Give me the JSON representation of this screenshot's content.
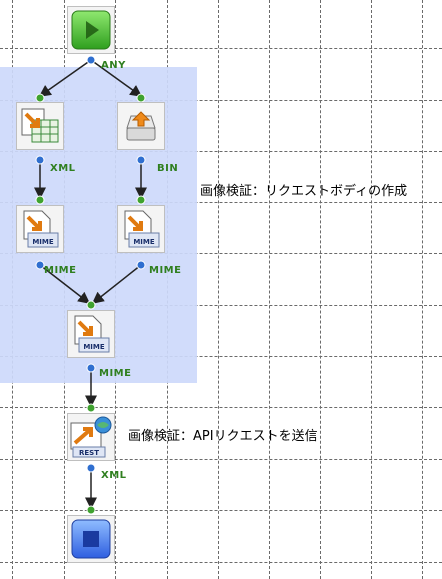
{
  "flow": {
    "port_labels": {
      "any": "ANY",
      "xml_left": "XML",
      "bin": "BIN",
      "mime_left": "MIME",
      "mime_right": "MIME",
      "mime_merge": "MIME",
      "xml_rest": "XML"
    },
    "icon_labels": {
      "mime_left": "MIME",
      "mime_right": "MIME",
      "mime_merge": "MIME",
      "rest": "REST"
    },
    "notes": {
      "group_note": "画像検証：リクエストボディの作成",
      "rest_note": "画像検証：APIリクエストを送信"
    },
    "nodes": [
      {
        "id": "start",
        "icon": "play-icon"
      },
      {
        "id": "spreadsheet",
        "icon": "spreadsheet-icon"
      },
      {
        "id": "upload",
        "icon": "upload-drive-icon"
      },
      {
        "id": "mime-left",
        "icon": "mime-document-icon"
      },
      {
        "id": "mime-right",
        "icon": "mime-document-icon"
      },
      {
        "id": "mime-merge",
        "icon": "mime-document-icon"
      },
      {
        "id": "rest",
        "icon": "rest-call-icon"
      },
      {
        "id": "end",
        "icon": "stop-icon"
      }
    ],
    "colors": {
      "group_bg": "#cdd9fb",
      "port_green": "#2f7f1f",
      "port_blue": "#2f6fd0",
      "start_green": "#3fbf2f",
      "stop_blue": "#2f6fe0"
    }
  }
}
